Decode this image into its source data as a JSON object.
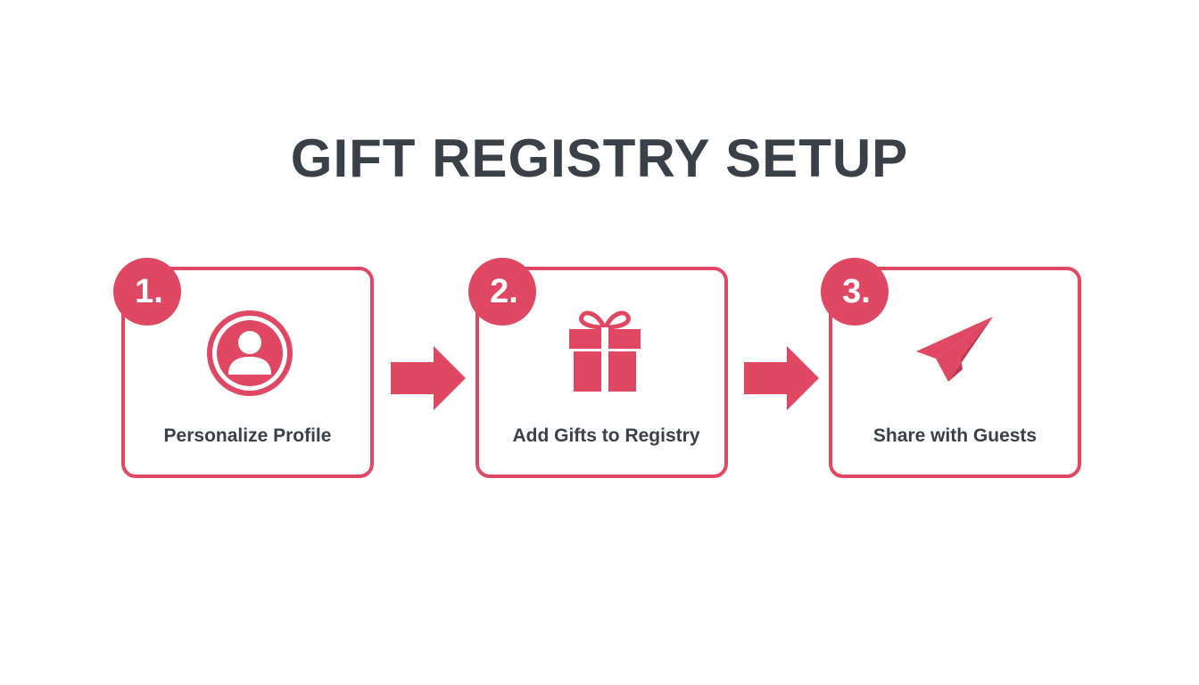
{
  "title": "GIFT REGISTRY SETUP",
  "colors": {
    "accent": "#df4763",
    "text": "#3a4048",
    "background": "#ffffff"
  },
  "steps": [
    {
      "number": "1.",
      "label": "Personalize Profile",
      "icon": "user-profile-icon"
    },
    {
      "number": "2.",
      "label": "Add Gifts to Registry",
      "icon": "gift-icon"
    },
    {
      "number": "3.",
      "label": "Share with Guests",
      "icon": "paper-plane-icon"
    }
  ]
}
